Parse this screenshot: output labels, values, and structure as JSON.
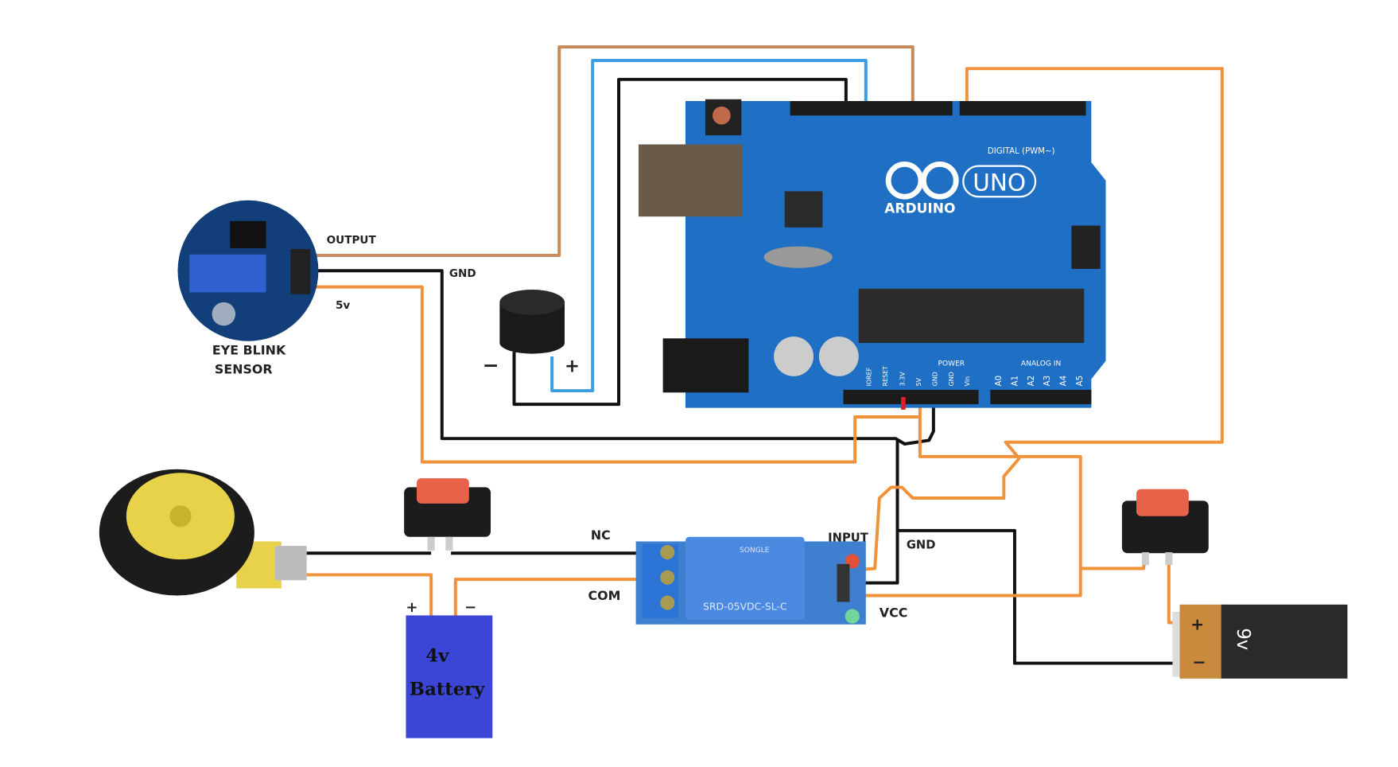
{
  "labels": {
    "sensor_title_1": "EYE BLINK",
    "sensor_title_2": "SENSOR",
    "sensor_output": "OUTPUT",
    "sensor_gnd": "GND",
    "sensor_5v": "5v",
    "buzzer_minus": "−",
    "buzzer_plus": "+",
    "relay_nc": "NC",
    "relay_com": "COM",
    "relay_input": "INPUT",
    "relay_gnd": "GND",
    "relay_vcc": "VCC",
    "relay_model": "SRD-05VDC-SL-C",
    "relay_brand": "SONGLE",
    "battery4_plus": "+",
    "battery4_minus": "−",
    "battery4_line1": "4v",
    "battery4_line2": "Battery",
    "battery9_plus": "+",
    "battery9_minus": "−",
    "battery9_label": "9v",
    "arduino_brand": "ARDUINO",
    "arduino_model": "UNO",
    "arduino_digital": "DIGITAL (PWM~)",
    "arduino_power": "POWER",
    "arduino_analog": "ANALOG IN",
    "arduino_analog_pins": [
      "A0",
      "A1",
      "A2",
      "A3",
      "A4",
      "A5"
    ],
    "arduino_power_pins": [
      "IOREF",
      "RESET",
      "3.3V",
      "5V",
      "GND",
      "GND",
      "Vin"
    ]
  },
  "colors": {
    "wire_output": "#c68a5c",
    "wire_orange": "#f0923a",
    "wire_blue": "#3a9ee0",
    "wire_black": "#111111",
    "arduino_board": "#1f6fc4",
    "relay_board": "#3f7fd0",
    "battery4": "#3b46d6",
    "battery9_body": "#2a2a2a",
    "battery9_cap": "#c98a3e"
  }
}
